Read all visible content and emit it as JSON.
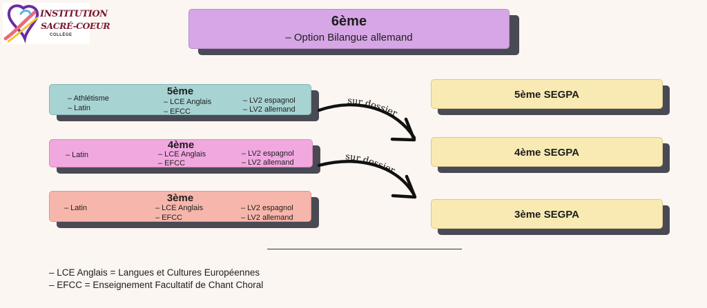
{
  "logo": {
    "line1": "INSTITUTION",
    "line2": "SACRÉ-COEUR",
    "line3": "COLLÈGE",
    "icon": "heart-swoosh-logo"
  },
  "top": {
    "title": "6ème",
    "subtitle": "– Option Bilangue allemand"
  },
  "levels": {
    "l5": {
      "title": "5ème",
      "col1": [
        "– Athlétisme",
        "– Latin"
      ],
      "col2": [
        "– LCE Anglais",
        "– EFCC"
      ],
      "col3": [
        "– LV2 espagnol",
        "– LV2 allemand"
      ]
    },
    "l4": {
      "title": "4ème",
      "col1": [
        "– Latin"
      ],
      "col2": [
        "– LCE Anglais",
        "– EFCC"
      ],
      "col3": [
        "– LV2 espagnol",
        "– LV2 allemand"
      ]
    },
    "l3": {
      "title": "3ème",
      "col1": [
        "– Latin"
      ],
      "col2": [
        "– LCE Anglais",
        "– EFCC"
      ],
      "col3": [
        "– LV2 espagnol",
        "– LV2 allemand"
      ]
    }
  },
  "segpa": [
    "5ème SEGPA",
    "4ème SEGPA",
    "3ème SEGPA"
  ],
  "arrows": [
    "sur dossier",
    "sur dossier"
  ],
  "notes": [
    "– LCE Anglais = Langues et Cultures Européennes",
    "– EFCC = Enseignement Facultatif de Chant Choral"
  ],
  "colors": {
    "top": "#d7a6e6",
    "l5": "#a8d3d3",
    "l4": "#f1a8df",
    "l3": "#f7b6ab",
    "segpa": "#f8eab2",
    "shadow": "#4a4a55"
  }
}
